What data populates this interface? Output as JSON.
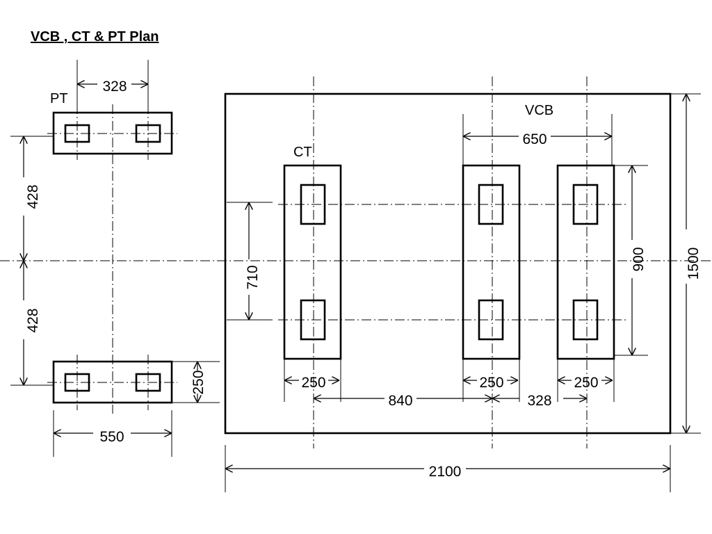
{
  "title": "VCB , CT & PT Plan",
  "labels": {
    "pt": "PT",
    "ct": "CT",
    "vcb": "VCB"
  },
  "dimensions": {
    "pt_spacing": "328",
    "pt_upper_offset": "428",
    "pt_lower_offset": "428",
    "pt_depth": "250",
    "pt_width": "550",
    "ct_height": "710",
    "ct_width": "250",
    "ct_to_vcb": "840",
    "vcb_width_1": "250",
    "vcb_pitch": "328",
    "vcb_width_2": "250",
    "vcb_overall": "650",
    "vcb_height": "900",
    "plan_height": "1500",
    "plan_width": "2100"
  }
}
